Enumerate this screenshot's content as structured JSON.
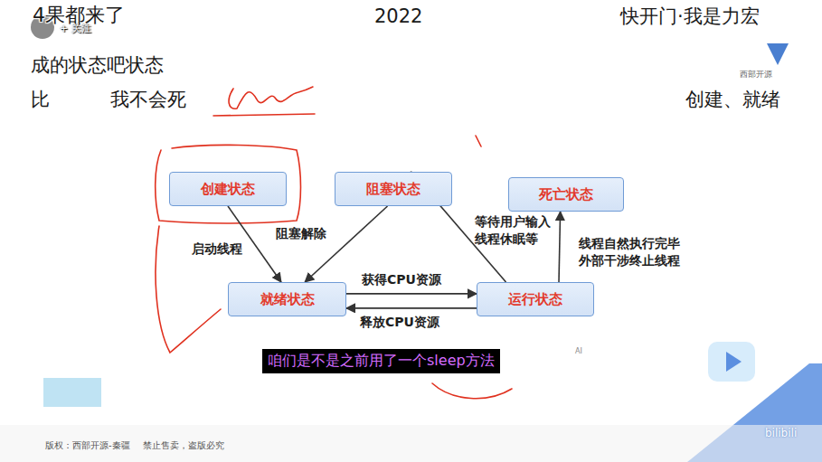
{
  "diagram": {
    "nodes": [
      {
        "text": [
          "创建状态"
        ]
      },
      {
        "text": [
          "阻塞状态"
        ]
      },
      {
        "text": [
          "死亡状态"
        ]
      },
      {
        "text": [
          "就绪状态"
        ]
      },
      {
        "text": [
          "运行状态"
        ]
      }
    ],
    "edges": [
      {
        "from": 0,
        "to": 3,
        "label": "启动线程",
        "arrow": "to"
      },
      {
        "from": 1,
        "to": 3,
        "label": "阻塞解除",
        "arrow": "to"
      },
      {
        "from": 3,
        "to": 4,
        "label": "获得CPU资源",
        "arrow": "to"
      },
      {
        "from": 4,
        "to": 3,
        "label": "释放CPU资源",
        "arrow": "to"
      },
      {
        "from": 4,
        "to": 1,
        "label": "等待用户输入 线程休眠等",
        "arrow": "to"
      },
      {
        "from": 4,
        "to": 2,
        "label": "线程自然执行完毕 外部干涉终止线程",
        "arrow": "to"
      }
    ],
    "labels": [
      "4果都来了",
      "+ 关注",
      "成的状态吧状态",
      "比",
      "我不会死",
      "2022",
      "快开门·我是力宏",
      "西部开源",
      "创建、就绪",
      "咱们是不是之前用了一个sleep方法",
      "AI",
      "版权：西部开源-秦疆",
      "禁止售卖，盗版必究",
      "bilibili"
    ]
  }
}
